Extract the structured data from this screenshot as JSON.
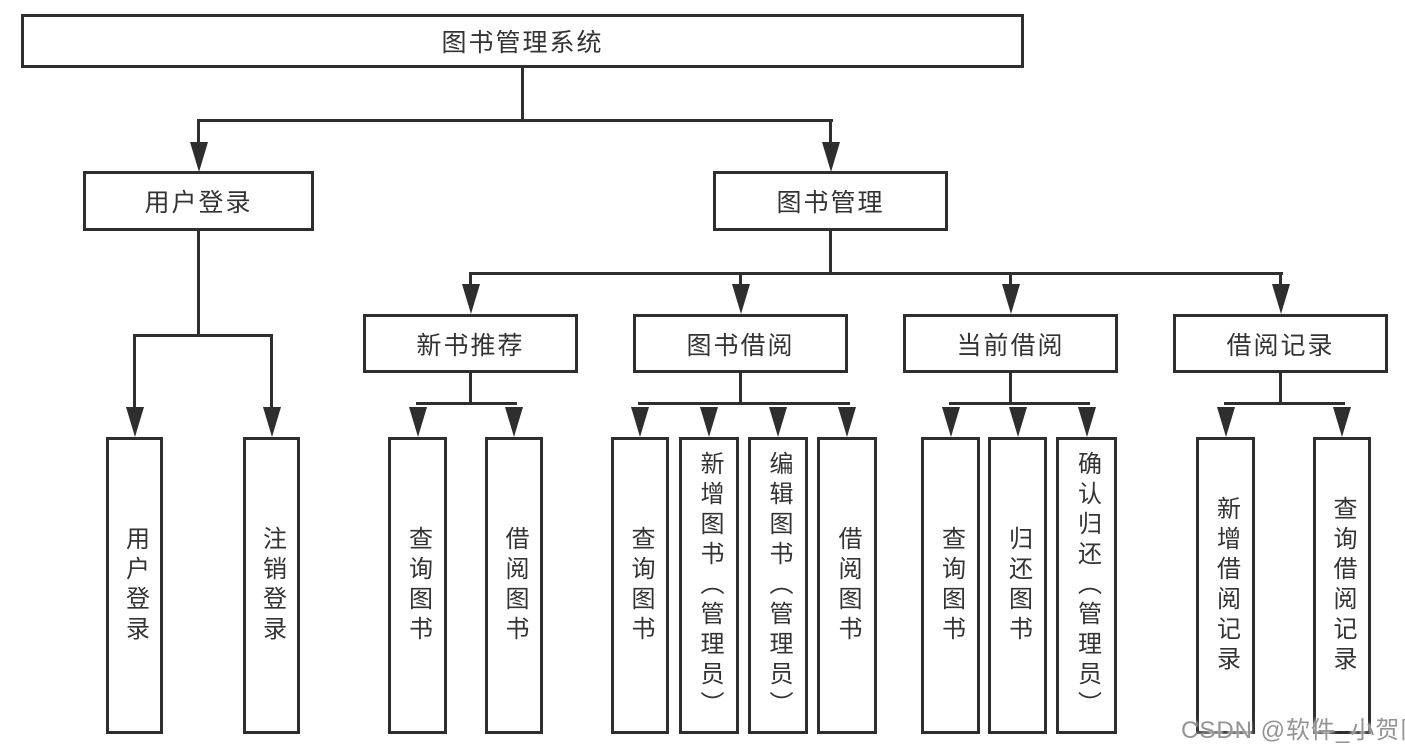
{
  "nodes": {
    "root": "图书管理系统",
    "level2": [
      "用户登录",
      "图书管理"
    ],
    "level3": [
      "新书推荐",
      "图书借阅",
      "当前借阅",
      "借阅记录"
    ],
    "leaves_login": [
      "用户登录",
      "注销登录"
    ],
    "leaves_recommend": [
      "查询图书",
      "借阅图书"
    ],
    "leaves_borrow": [
      "查询图书",
      "新增图书（管理员）",
      "编辑图书（管理员）",
      "借阅图书"
    ],
    "leaves_current": [
      "查询图书",
      "归还图书",
      "确认归还（管理员）"
    ],
    "leaves_records": [
      "新增借阅记录",
      "查询借阅记录"
    ]
  },
  "watermark": "CSDN @软件_小贺同学",
  "colors": {
    "line": "#2e2e2e",
    "text": "#333333",
    "watermark": "#949494",
    "background": "#ffffff"
  }
}
